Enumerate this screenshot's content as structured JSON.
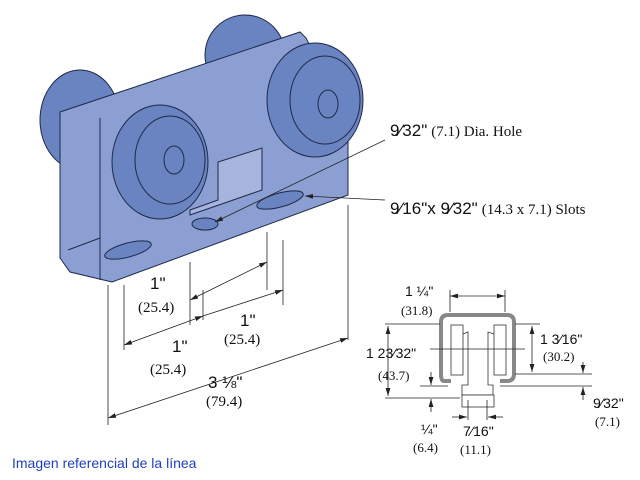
{
  "colors": {
    "plate": "#8c9fd3",
    "wheel": "#6a84c1",
    "outline": "#1e2a4a",
    "caption": "#1f3fbf",
    "channel": "#888888"
  },
  "callouts": {
    "hole_frac": "9⁄32\"",
    "hole_rest": "(7.1) Dia. Hole",
    "slot_frac": "9⁄16\"x 9⁄32\"",
    "slot_rest": "(14.3 x 7.1) Slots"
  },
  "iso_dims": [
    {
      "imp": "1\"",
      "met": "(25.4)"
    },
    {
      "imp": "1\"",
      "met": "(25.4)"
    },
    {
      "imp": "1\"",
      "met": "(25.4)"
    },
    {
      "imp": "3 ⅛\"",
      "met": "(79.4)"
    }
  ],
  "section_dims": {
    "width": {
      "imp": "1 ¼\"",
      "met": "(31.8)"
    },
    "height": {
      "imp": "1 23⁄32\"",
      "met": "(43.7)"
    },
    "inner": {
      "imp": "1 3⁄16\"",
      "met": "(30.2)"
    },
    "lip": {
      "imp": "9⁄32\"",
      "met": "(7.1)"
    },
    "drop": {
      "imp": "¼\"",
      "met": "(6.4)"
    },
    "stem": {
      "imp": "7⁄16\"",
      "met": "(11.1)"
    }
  },
  "caption": "Imagen referencial de la línea"
}
